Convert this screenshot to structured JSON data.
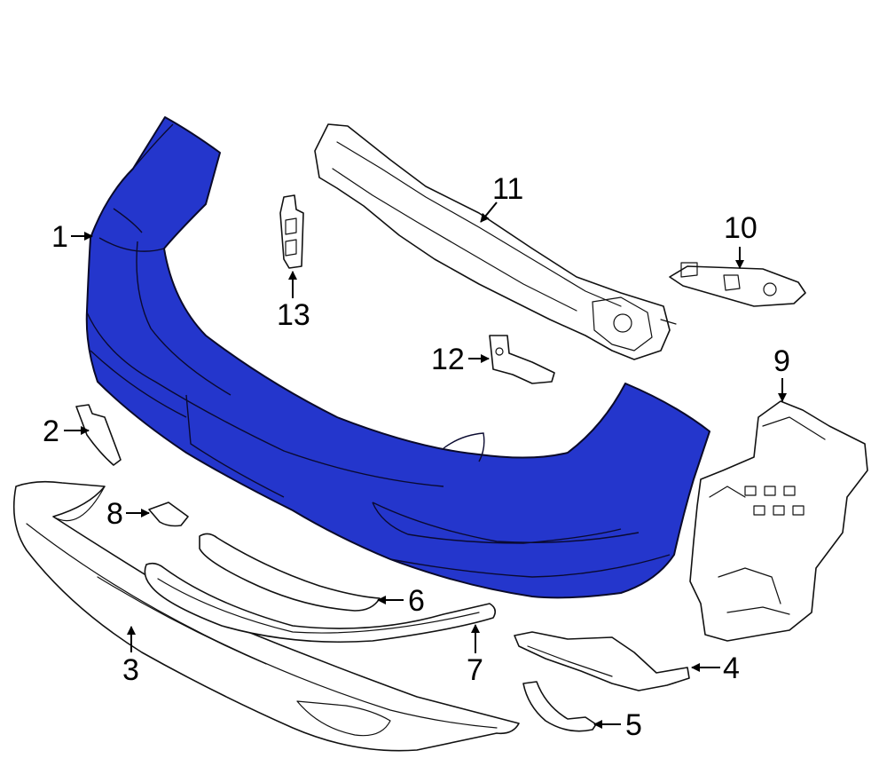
{
  "colors": {
    "bumper_fill": "#2436cc",
    "line": "#111111",
    "background": "#ffffff"
  },
  "callouts": [
    {
      "id": "1",
      "label": "1"
    },
    {
      "id": "2",
      "label": "2"
    },
    {
      "id": "3",
      "label": "3"
    },
    {
      "id": "4",
      "label": "4"
    },
    {
      "id": "5",
      "label": "5"
    },
    {
      "id": "6",
      "label": "6"
    },
    {
      "id": "7",
      "label": "7"
    },
    {
      "id": "8",
      "label": "8"
    },
    {
      "id": "9",
      "label": "9"
    },
    {
      "id": "10",
      "label": "10"
    },
    {
      "id": "11",
      "label": "11"
    },
    {
      "id": "12",
      "label": "12"
    },
    {
      "id": "13",
      "label": "13"
    }
  ]
}
